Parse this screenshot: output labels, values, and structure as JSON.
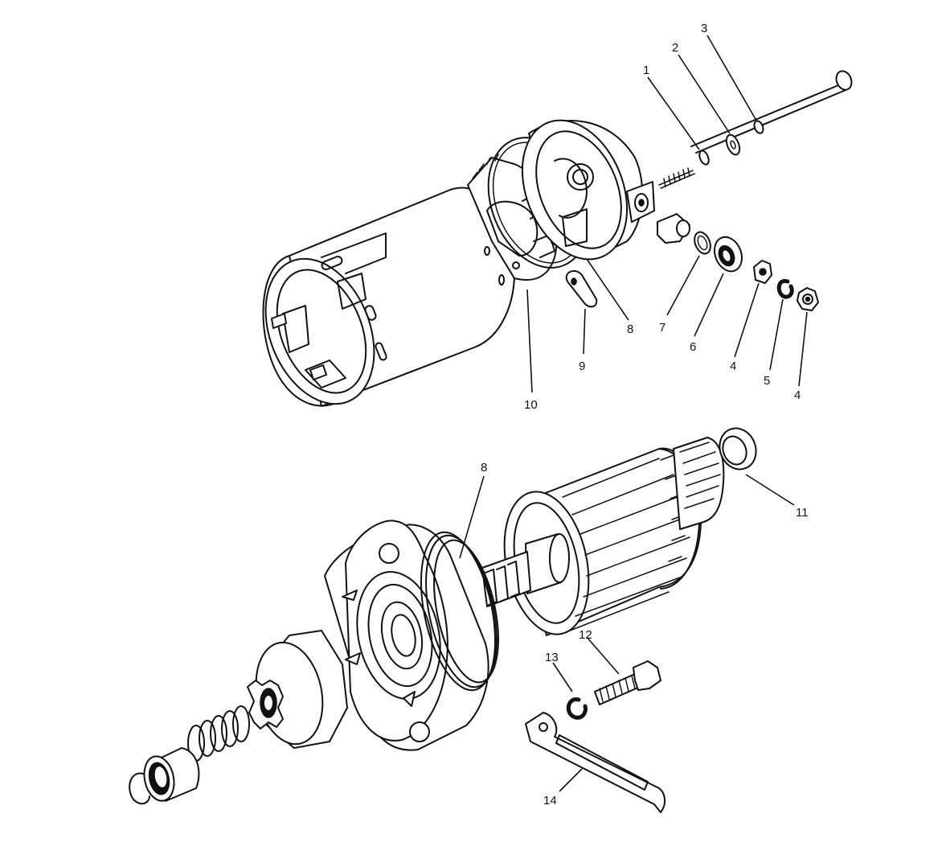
{
  "callouts": [
    {
      "id": "c1",
      "label": "1"
    },
    {
      "id": "c2",
      "label": "2"
    },
    {
      "id": "c3",
      "label": "3"
    },
    {
      "id": "c4a",
      "label": "4"
    },
    {
      "id": "c4b",
      "label": "4"
    },
    {
      "id": "c5",
      "label": "5"
    },
    {
      "id": "c6",
      "label": "6"
    },
    {
      "id": "c7",
      "label": "7"
    },
    {
      "id": "c8a",
      "label": "8"
    },
    {
      "id": "c8b",
      "label": "8"
    },
    {
      "id": "c9",
      "label": "9"
    },
    {
      "id": "c10",
      "label": "10"
    },
    {
      "id": "c11",
      "label": "11"
    },
    {
      "id": "c12",
      "label": "12"
    },
    {
      "id": "c13",
      "label": "13"
    },
    {
      "id": "c14",
      "label": "14"
    }
  ]
}
